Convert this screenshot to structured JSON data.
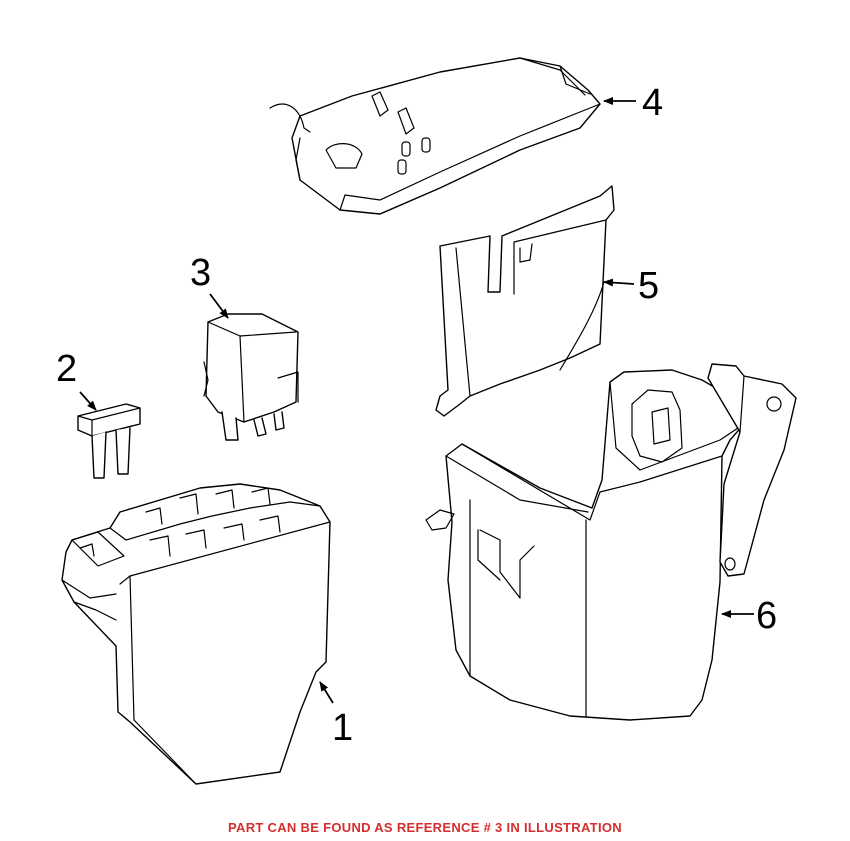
{
  "callouts": [
    {
      "id": "1",
      "label": "1"
    },
    {
      "id": "2",
      "label": "2"
    },
    {
      "id": "3",
      "label": "3"
    },
    {
      "id": "4",
      "label": "4"
    },
    {
      "id": "5",
      "label": "5"
    },
    {
      "id": "6",
      "label": "6"
    }
  ],
  "footer": {
    "note": "PART CAN BE FOUND AS REFERENCE # 3 IN ILLUSTRATION",
    "color": "#d32f2f"
  }
}
